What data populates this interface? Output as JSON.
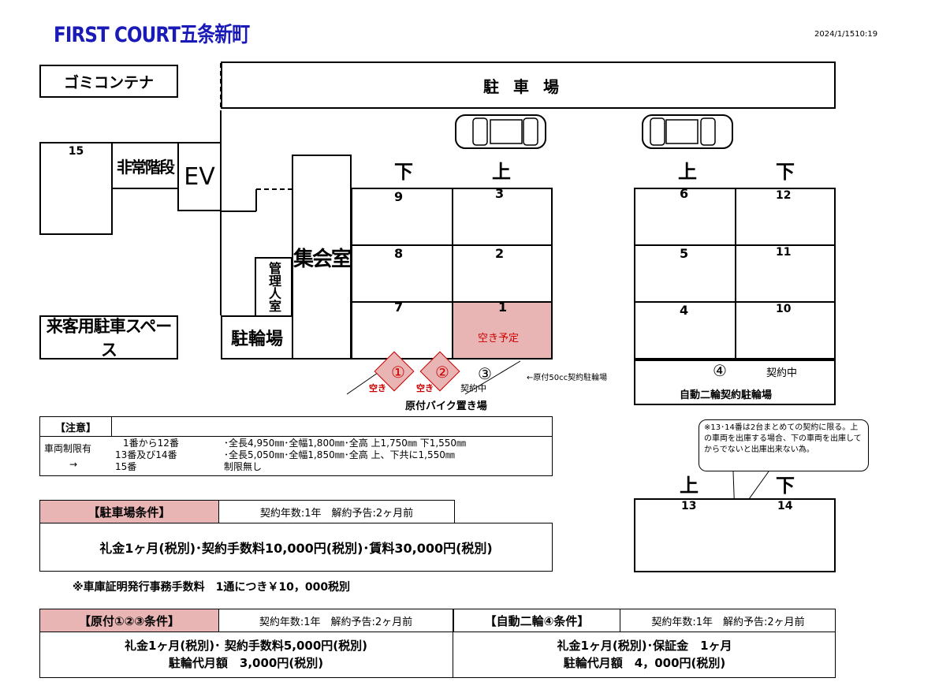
{
  "title": "FIRST COURT五条新町",
  "datetime": "2024/1/1510:19",
  "map": {
    "garbage": "ゴミコンテナ",
    "parking_label": "駐車場",
    "room15": "15",
    "emergency_stairs": "非常階段",
    "ev": "EV",
    "meeting_room": "集会室",
    "admin_room": "管理人室",
    "bicycle": "駐輪場",
    "guest_parking": "来客用駐車スペース",
    "up": "上",
    "down": "下",
    "slots": {
      "s9": "9",
      "s3": "3",
      "s6": "6",
      "s12": "12",
      "s8": "8",
      "s2": "2",
      "s5": "5",
      "s11": "11",
      "s7": "7",
      "s1": "1",
      "s4": "4",
      "s10": "10",
      "s13": "13",
      "s14": "14"
    },
    "slot1_status": "空き予定",
    "moped1": "①",
    "moped2": "②",
    "moped3": "③",
    "moto4": "④",
    "vacant": "空き",
    "contracted": "契約中",
    "moped_place": "原付バイク置き場",
    "moped_contract_note": "←原付50cc契約駐輪場",
    "moto_contract_place": "自動二輪契約駐輪場",
    "balloon_note": "※13･14番は2台まとめての契約に限る。上の車両を出庫する場合、下の車両を出庫してからでないと出庫出来ない為。"
  },
  "notice": {
    "header": "【注意】",
    "row_label": "車両制限有",
    "arrow": "→",
    "lines": [
      {
        "range": "1番から12番",
        "spec": "･全長4,950㎜･全幅1,800㎜･全高 上1,750㎜ 下1,550㎜"
      },
      {
        "range": "13番及び14番",
        "spec": "･全長5,050㎜･全幅1,850㎜･全高 上、下共に1,550㎜"
      },
      {
        "range": "15番",
        "spec": "制限無し"
      }
    ]
  },
  "parking_conditions": {
    "header": "【駐車場条件】",
    "term": "契約年数:1年　解約予告:2ヶ月前",
    "fees": "礼金1ヶ月(税別)･契約手数料10,000円(税別)･賃料30,000円(税別)",
    "cert_note": "※車庫証明発行事務手数料　1通につき￥10，000税別"
  },
  "moped_conditions": {
    "header": "【原付①②③条件】",
    "term": "契約年数:1年　解約予告:2ヶ月前",
    "line1": "礼金1ヶ月(税別)･ 契約手数料5,000円(税別)",
    "line2": "駐輪代月額　3,000円(税別)"
  },
  "moto_conditions": {
    "header": "【自動二輪④条件】",
    "term": "契約年数:1年　解約予告:2ヶ月前",
    "line1": "礼金1ヶ月(税別)･保証金　1ヶ月",
    "line2": "駐輪代月額　4，000円(税別)"
  }
}
